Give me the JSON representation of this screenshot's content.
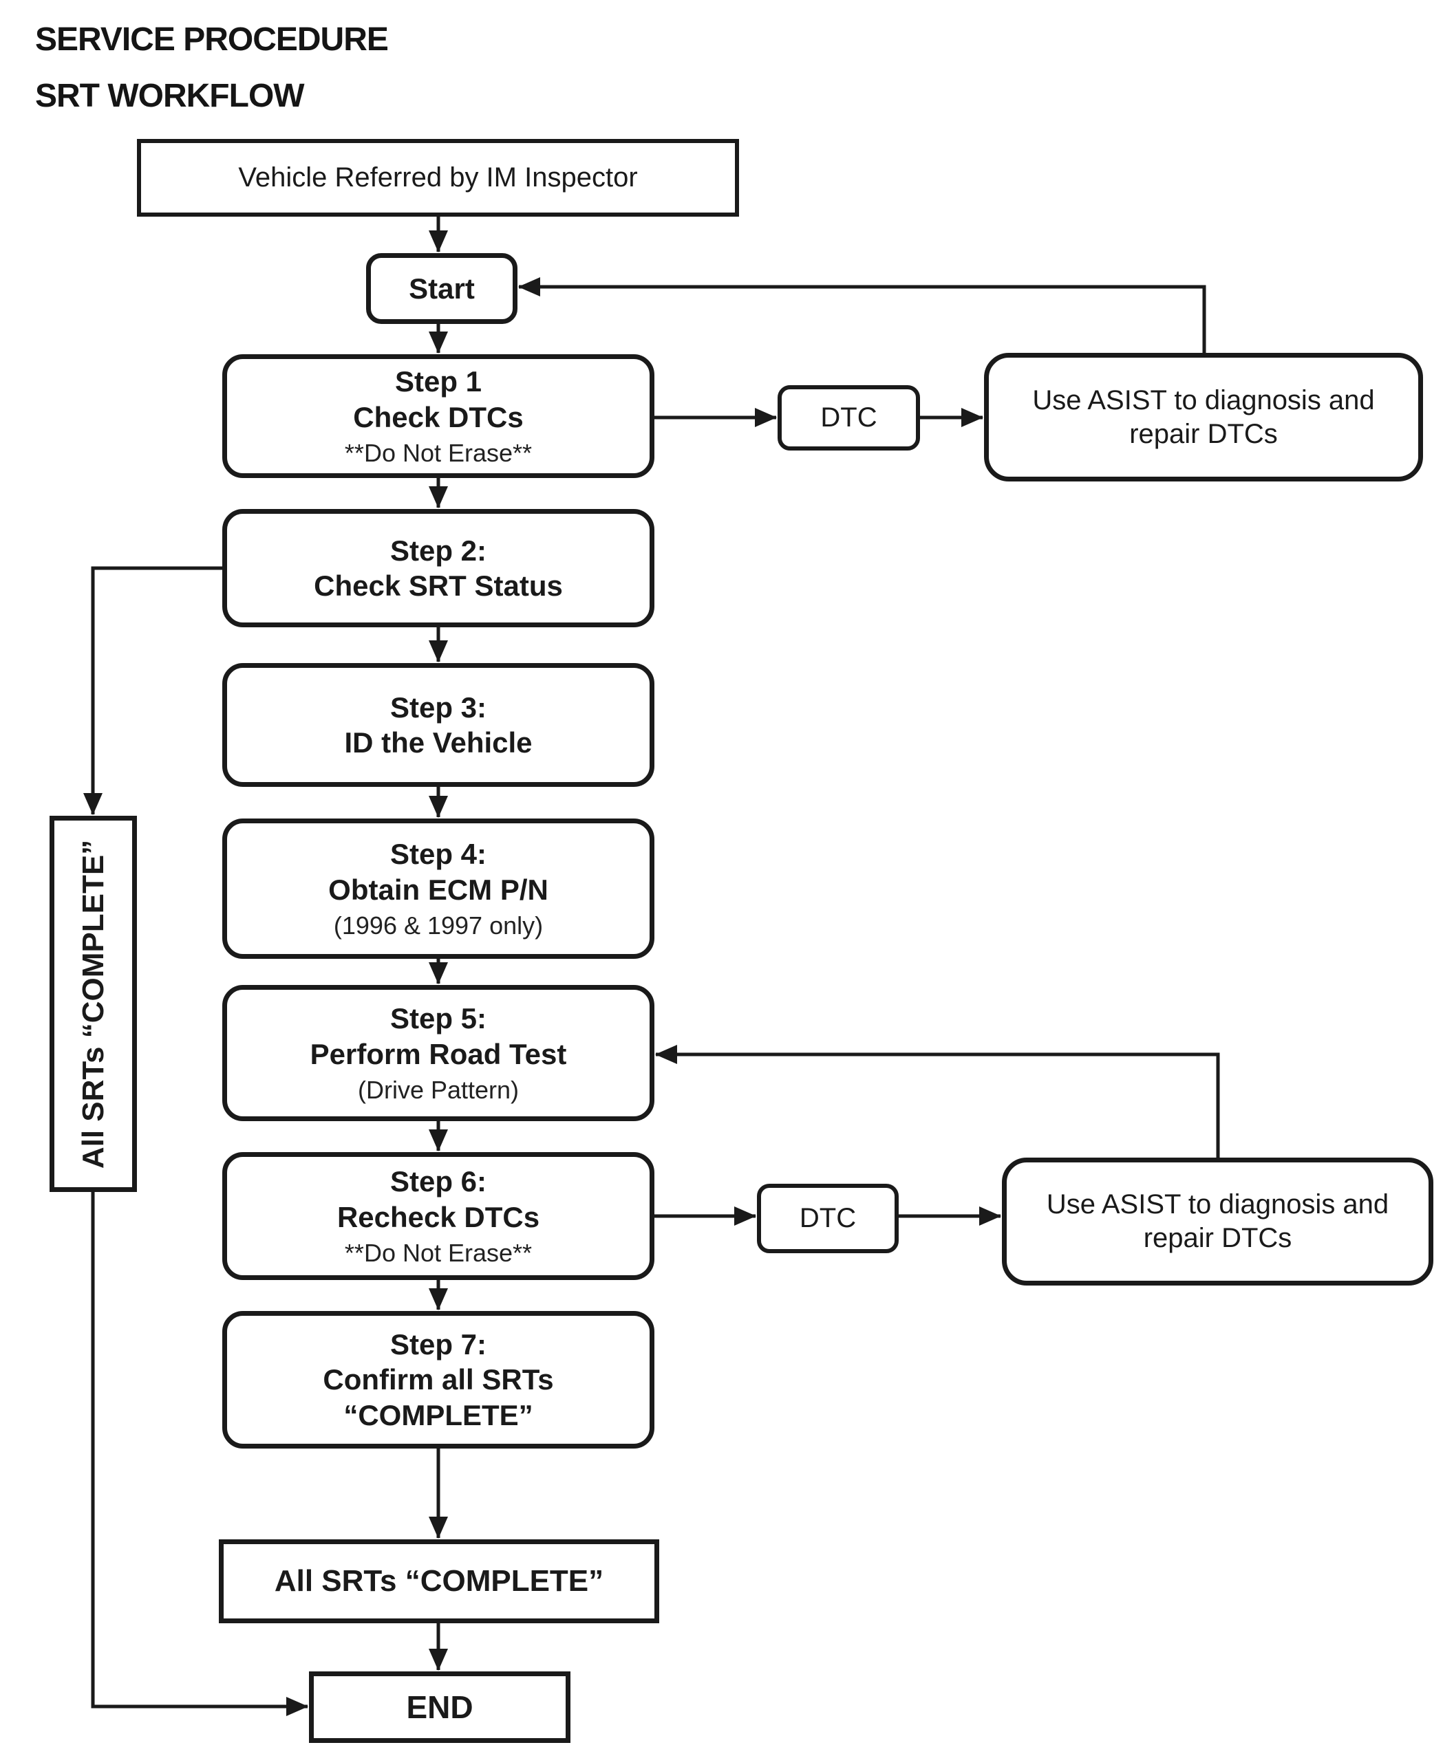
{
  "page": {
    "title_line1": "SERVICE PROCEDURE",
    "title_line2": "SRT WORKFLOW"
  },
  "colors": {
    "ink": "#1a1a1a",
    "background": "#ffffff"
  },
  "nodes": {
    "vehicle": {
      "label": "Vehicle Referred by IM Inspector"
    },
    "start": {
      "label": "Start"
    },
    "step1": {
      "title": "Step 1",
      "subtitle": "Check DTCs",
      "note": "**Do Not Erase**"
    },
    "step2": {
      "title": "Step 2:",
      "subtitle": "Check SRT Status"
    },
    "step3": {
      "title": "Step 3:",
      "subtitle": "ID the Vehicle"
    },
    "step4": {
      "title": "Step 4:",
      "subtitle": "Obtain ECM P/N",
      "note": "(1996 & 1997 only)"
    },
    "step5": {
      "title": "Step 5:",
      "subtitle": "Perform Road Test",
      "note": "(Drive Pattern)"
    },
    "step6": {
      "title": "Step 6:",
      "subtitle": "Recheck DTCs",
      "note": "**Do Not Erase**"
    },
    "step7": {
      "title": "Step 7:",
      "subtitle": "Confirm all SRTs",
      "note": "“COMPLETE”"
    },
    "dtc_top": {
      "label": "DTC"
    },
    "asist_top": {
      "label": "Use ASIST to diagnosis and repair DTCs"
    },
    "dtc_bottom": {
      "label": "DTC"
    },
    "asist_bottom": {
      "label": "Use ASIST to diagnosis and repair DTCs"
    },
    "all_srts_banner": {
      "label": "All SRTs “COMPLETE”"
    },
    "all_srts_side": {
      "label": "All SRTs “COMPLETE”"
    },
    "end": {
      "label": "END"
    }
  }
}
